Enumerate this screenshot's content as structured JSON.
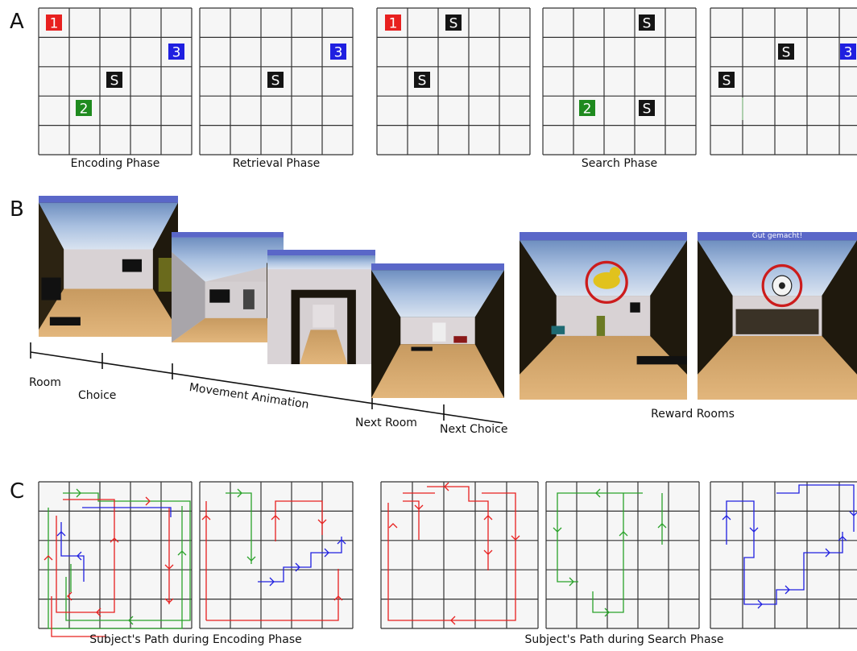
{
  "panels": {
    "a": {
      "letter": "A",
      "captions": {
        "encoding": "Encoding Phase",
        "retrieval": "Retrieval Phase",
        "search": "Search Phase"
      }
    },
    "b": {
      "letter": "B",
      "timeline": {
        "room": "Room",
        "choice": "Choice",
        "movement": "Movement Animation",
        "next_room": "Next Room",
        "next_choice": "Next Choice"
      },
      "reward_caption": "Reward Rooms",
      "reward_banner": "Gut gemacht!"
    },
    "c": {
      "letter": "C",
      "captions": {
        "encoding": "Subject's Path during Encoding Phase",
        "search": "Subject's Path during Search Phase"
      }
    }
  },
  "grid": {
    "rows": 5,
    "cols": 5
  },
  "markers": {
    "goal1": {
      "text": "1",
      "color": "#e8201f"
    },
    "goal2": {
      "text": "2",
      "color": "#1f8a1f"
    },
    "goal3": {
      "text": "3",
      "color": "#1f1fe0"
    },
    "start": {
      "text": "S",
      "color": "#141414"
    }
  },
  "colors": {
    "red_path": "#e8201f",
    "green_path": "#2aa22a",
    "blue_path": "#2020e0",
    "grid_line": "#333333",
    "cell": "#f6f6f6"
  }
}
